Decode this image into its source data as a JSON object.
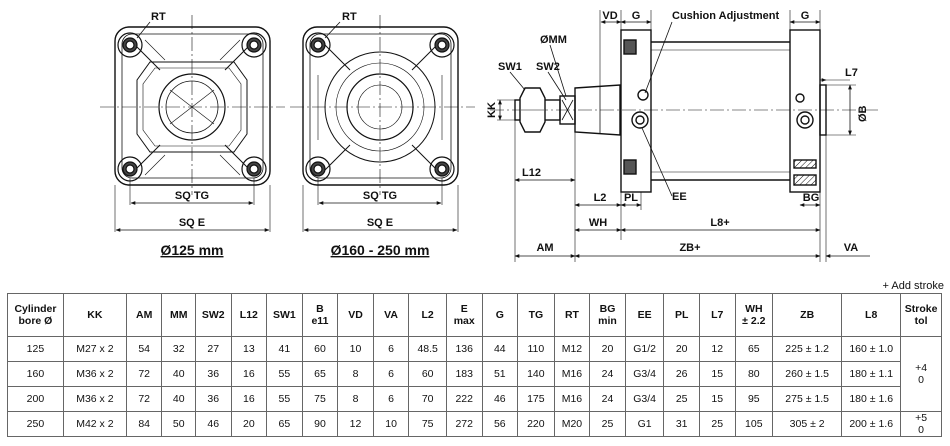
{
  "front_views": [
    {
      "rt_label": "RT",
      "sq_tg_label": "SQ TG",
      "sq_e_label": "SQ E",
      "caption": "Ø125 mm"
    },
    {
      "rt_label": "RT",
      "sq_tg_label": "SQ TG",
      "sq_e_label": "SQ E",
      "caption": "Ø160 - 250 mm"
    }
  ],
  "side_view": {
    "vd": "VD",
    "g_left": "G",
    "cushion": "Cushion Adjustment",
    "g_right": "G",
    "mm": "ØMM",
    "sw1": "SW1",
    "sw2": "SW2",
    "kk": "KK",
    "l7": "L7",
    "b": "ØB",
    "l12": "L12",
    "l2": "L2",
    "ee": "EE",
    "pl": "PL",
    "bg": "BG",
    "wh": "WH",
    "l8": "L8+",
    "am": "AM",
    "zb": "ZB+",
    "va": "VA"
  },
  "table_note": "+ Add stroke",
  "table": {
    "headers": [
      "Cylinder\nbore Ø",
      "KK",
      "AM",
      "MM",
      "SW2",
      "L12",
      "SW1",
      "B\ne11",
      "VD",
      "VA",
      "L2",
      "E\nmax",
      "G",
      "TG",
      "RT",
      "BG\nmin",
      "EE",
      "PL",
      "L7",
      "WH\n± 2.2",
      "ZB",
      "L8",
      "Stroke\ntol"
    ],
    "rows": [
      [
        "125",
        "M27 x 2",
        "54",
        "32",
        "27",
        "13",
        "41",
        "60",
        "10",
        "6",
        "48.5",
        "136",
        "44",
        "110",
        "M12",
        "20",
        "G1/2",
        "20",
        "12",
        "65",
        "225 ± 1.2",
        "160 ± 1.0"
      ],
      [
        "160",
        "M36 x 2",
        "72",
        "40",
        "36",
        "16",
        "55",
        "65",
        "8",
        "6",
        "60",
        "183",
        "51",
        "140",
        "M16",
        "24",
        "G3/4",
        "26",
        "15",
        "80",
        "260 ± 1.5",
        "180 ± 1.1"
      ],
      [
        "200",
        "M36 x 2",
        "72",
        "40",
        "36",
        "16",
        "55",
        "75",
        "8",
        "6",
        "70",
        "222",
        "46",
        "175",
        "M16",
        "24",
        "G3/4",
        "25",
        "15",
        "95",
        "275 ± 1.5",
        "180 ± 1.6"
      ],
      [
        "250",
        "M42 x 2",
        "84",
        "50",
        "46",
        "20",
        "65",
        "90",
        "12",
        "10",
        "75",
        "272",
        "56",
        "220",
        "M20",
        "25",
        "G1",
        "31",
        "25",
        "105",
        "305 ± 2",
        "200 ± 1.6"
      ]
    ],
    "stroke_tol": [
      "+4\n0",
      "+5\n0"
    ]
  }
}
